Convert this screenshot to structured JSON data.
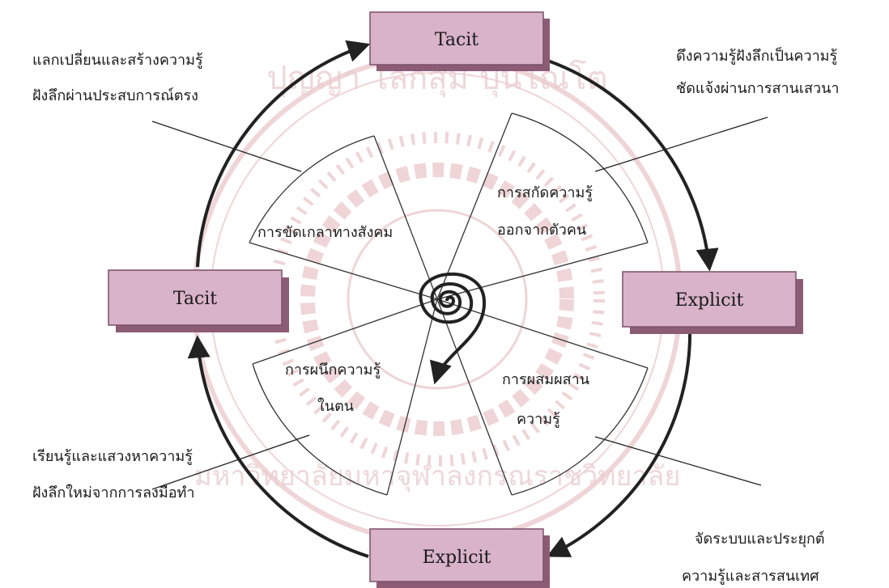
{
  "colors": {
    "box_fill": "#d9b3c9",
    "box_shadow": "#8c5b74",
    "watermark": "#d9a4a8",
    "line": "#222222"
  },
  "watermark": {
    "top_name": "ปุญญา โลกสุมิ ปุนโณโต",
    "bottom_name": "มหาวิทยาลัยมหาจุฬาลงกรณราชวิทยาลัย"
  },
  "boxes": {
    "top": "Tacit",
    "left": "Tacit",
    "right": "Explicit",
    "bottom": "Explicit"
  },
  "sectors": {
    "socialization": "การขัดเกลาทางสังคม",
    "externalization_line1": "การสกัดความรู้",
    "externalization_line2": "ออกจากตัวคน",
    "internalization_line1": "การผนึกความรู้",
    "internalization_line2": "ในตน",
    "combination_line1": "การผสมผสาน",
    "combination_line2": "ความรู้"
  },
  "notes": {
    "top_left_line1": "แลกเปลี่ยนและสร้างความรู้",
    "top_left_line2": "ฝังลึกผ่านประสบการณ์ตรง",
    "top_right_line1": "ดึงความรู้ฝังลึกเป็นความรู้",
    "top_right_line2": "ชัดแจ้งผ่านการสานเสวนา",
    "bottom_left_line1": "เรียนรู้และแสวงหาความรู้",
    "bottom_left_line2": "ฝังลึกใหม่จากการลงมือทำ",
    "bottom_right_line1": "จัดระบบและประยุกต์",
    "bottom_right_line2": "ความรู้และสารสนเทศ"
  }
}
